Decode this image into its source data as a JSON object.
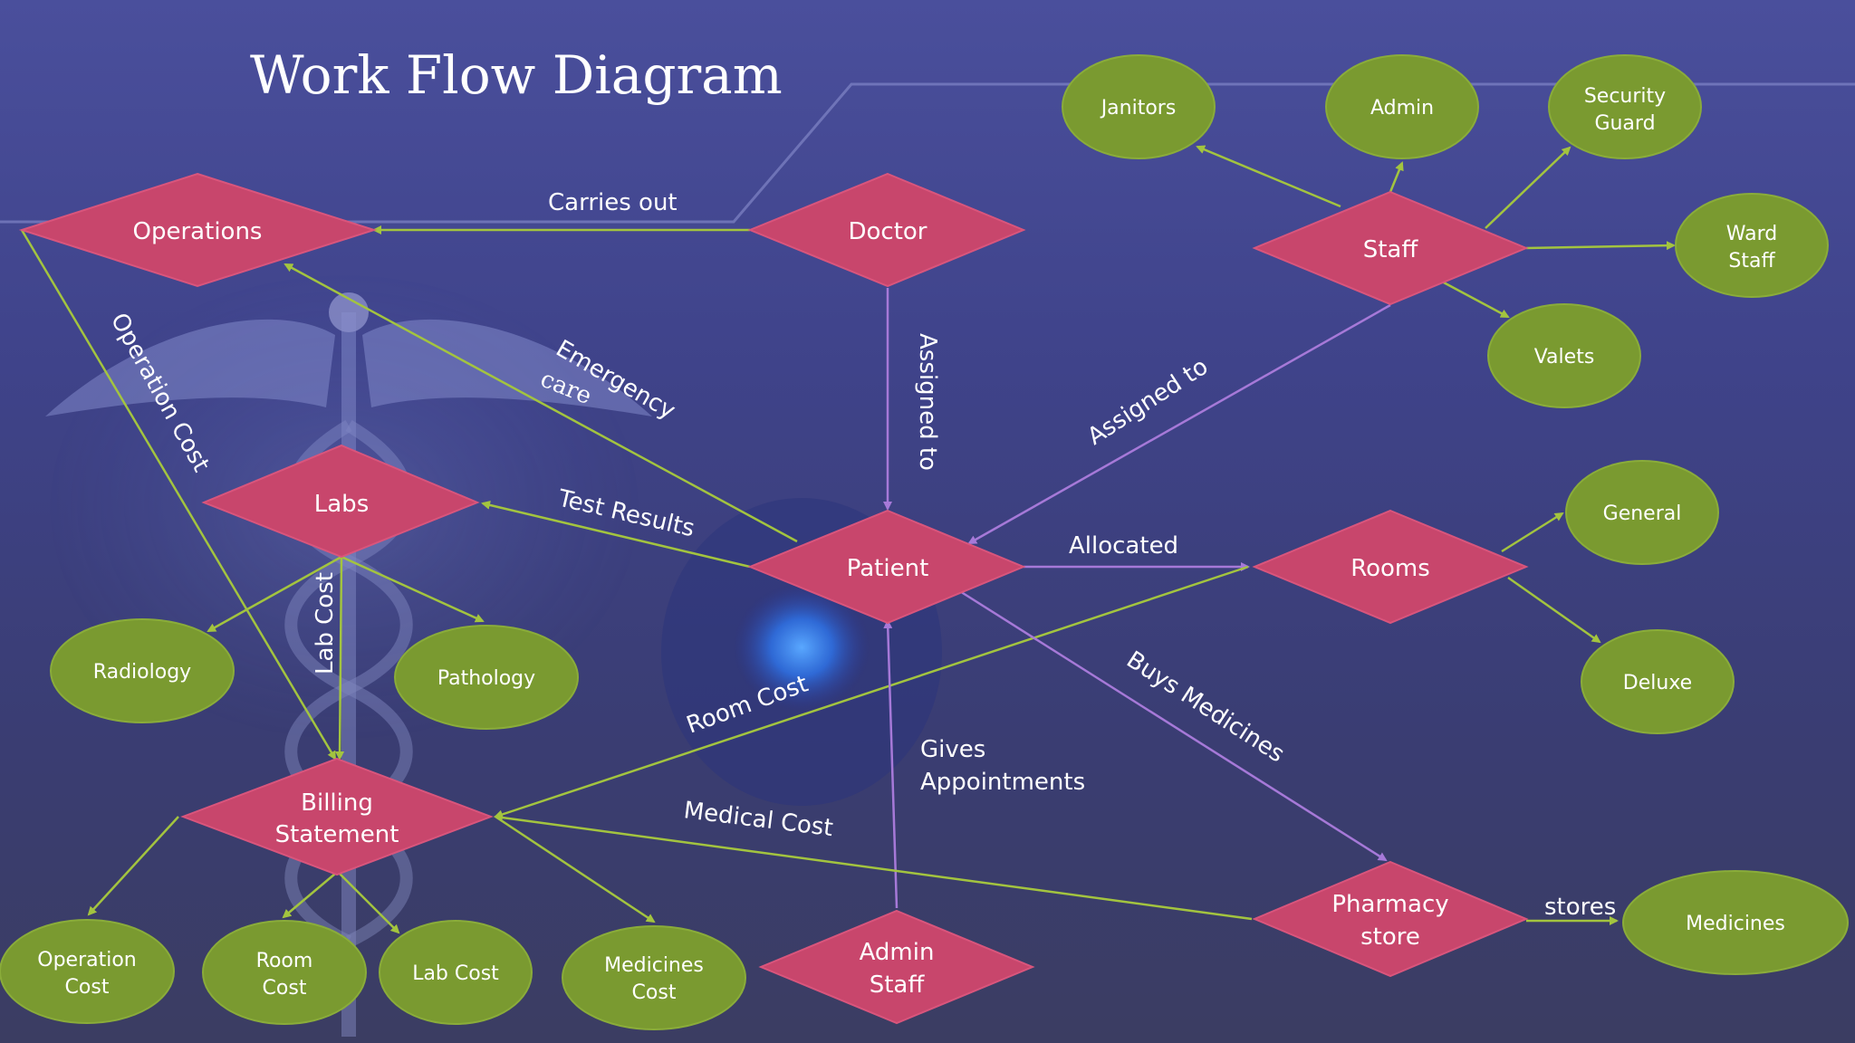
{
  "title": "Work Flow Diagram",
  "colors": {
    "background": "#42468e",
    "diamond_fill": "#c8466c",
    "ellipse_fill": "#7a9a30",
    "arrow_green": "#a3c43f",
    "arrow_purple": "#a679d8"
  },
  "icons": [
    "caduceus-icon",
    "glowing-orb-icon"
  ],
  "diamonds": {
    "operations": "Operations",
    "doctor": "Doctor",
    "staff": "Staff",
    "labs": "Labs",
    "patient": "Patient",
    "rooms": "Rooms",
    "billing_1": "Billing",
    "billing_2": "Statement",
    "pharmacy_1": "Pharmacy",
    "pharmacy_2": "store",
    "admin_1": "Admin",
    "admin_2": "Staff"
  },
  "ellipses": {
    "janitors": "Janitors",
    "admin": "Admin",
    "security_1": "Security",
    "security_2": "Guard",
    "ward_1": "Ward",
    "ward_2": "Staff",
    "valets": "Valets",
    "general": "General",
    "deluxe": "Deluxe",
    "radiology": "Radiology",
    "pathology": "Pathology",
    "opcost_1": "Operation",
    "opcost_2": "Cost",
    "roomcost_1": "Room",
    "roomcost_2": "Cost",
    "labcost": "Lab Cost",
    "medcost_1": "Medicines",
    "medcost_2": "Cost",
    "medicines": "Medicines"
  },
  "edges": {
    "carries_out": "Carries out",
    "assigned_to_doctor": "Assigned to",
    "assigned_to_staff": "Assigned to",
    "emergency": "Emergency",
    "care": "care",
    "operation_cost": "Operation Cost",
    "test_results": "Test Results",
    "lab_cost": "Lab Cost",
    "allocated": "Allocated",
    "room_cost": "Room Cost",
    "buys_medicines": "Buys Medicines",
    "gives": "Gives",
    "appointments": "Appointments",
    "medical_cost": "Medical Cost",
    "stores": "stores"
  }
}
